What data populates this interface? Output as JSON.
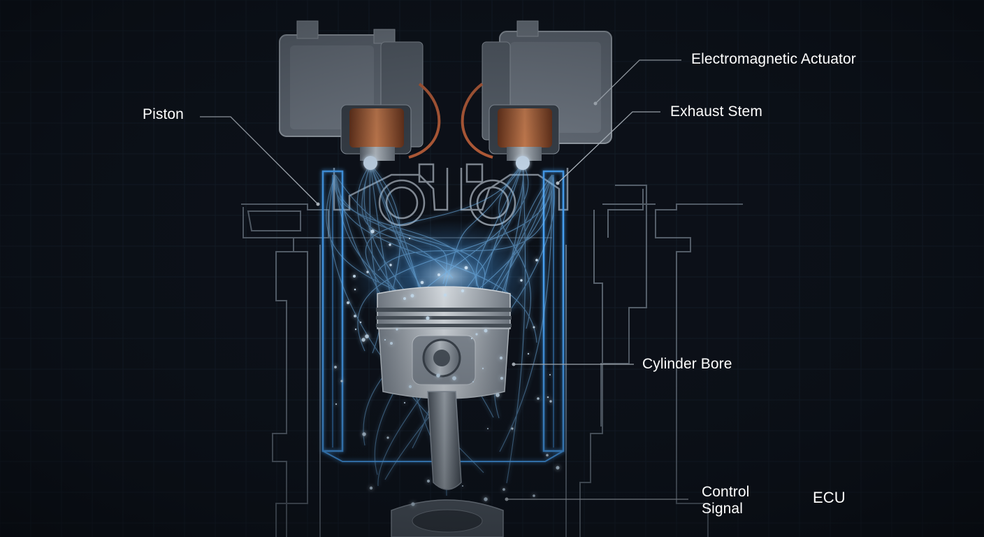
{
  "labels": {
    "piston": "Piston",
    "actuator": "Electromagnetic Actuator",
    "exhaust_stem": "Exhaust Stem",
    "cylinder_bore": "Cylinder Bore",
    "control_signal_line1": "Control",
    "control_signal_line2": "Signal",
    "ecu": "ECU"
  },
  "colors": {
    "background": "#0b0f16",
    "grid": "#16202c",
    "glow": "#4aa8ff",
    "metal": "#9aa3ad",
    "copper": "#b8643a",
    "outline": "#7e8a96",
    "label": "#ffffff",
    "leader": "#c8d0d8"
  }
}
